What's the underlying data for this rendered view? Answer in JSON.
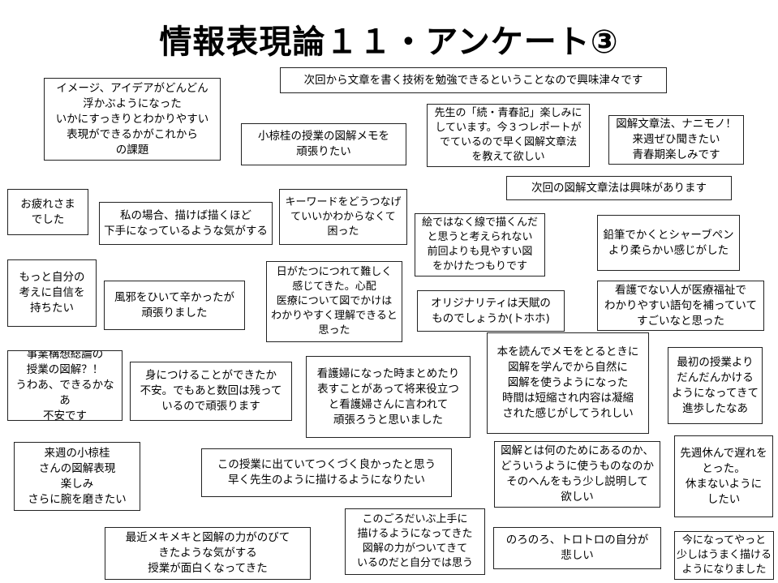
{
  "title": "情報表現論１１・アンケート③",
  "comments": [
    "イメージ、アイデアがどんどん\n浮かぶようになった\nいかにすっきりとわかりやすい\n表現ができるかがこれから\nの課題",
    "次回から文章を書く技術を勉強できるということなので興味津々です",
    "小椋桂の授業の図解メモを\n頑張りたい",
    "先生の「続・青春記」楽しみに\nしています。今３つレポートが\nでているので早く図解文章法\nを教えて欲しい",
    "図解文章法、ナニモノ！\n来週ぜひ聞きたい\n青春期楽しみです",
    "次回の図解文章法は興味があります",
    "お疲れさま\nでした",
    "私の場合、描けば描くほど\n下手になっているような気がする",
    "キーワードをどうつなげ\nていいかわからなくて\n困った",
    "絵ではなく線で描くんだ\nと思うと考えられない\n前回よりも見やすい図\nをかけたつもりです",
    "鉛筆でかくとシャーブペン\nより柔らかい感じがした",
    "もっと自分の\n考えに自信を\n持ちたい",
    "風邪をひいて辛かったが\n頑張りました",
    "日がたつにつれて難しく\n感じてきた。心配\n医療について図でかけは\nわかりやすく理解できると\n思った",
    "オリジナリティは天賦の\nものでしょうか(トホホ)",
    "看護でない人が医療福祉で\nわかりやすい語句を補っていて\nすごいなと思った",
    "事業構想総論の\n授業の図解？！\nうわあ、できるかなあ\n不安です",
    "身につけることができたか\n不安。でもあと数回は残って\nいるので頑張ります",
    "看護婦になった時まとめたり\n表すことがあって将来役立つ\nと看護婦さんに言われて\n頑張ろうと思いました",
    "本を読んでメモをとるときに\n図解を学んでから自然に\n図解を使うようになった\n時間は短縮され内容は凝縮\nされた感じがしてうれしい",
    "最初の授業より\nだんだんかける\nようになってきて\n進歩したなあ",
    "来週の小椋桂\nさんの図解表現\n楽しみ\nさらに腕を磨きたい",
    "この授業に出ていてつくづく良かったと思う\n早く先生のように描けるようになりたい",
    "図解とは何のためにあるのか、\nどういうように使うものなのか\nそのへんをもう少し説明して\n欲しい",
    "先週休んで遅れを\nとった。\n休まないように\nしたい",
    "このごろだいぶ上手に\n描けるようになってきた\n図解の力がついてきて\nいるのだと自分では思う",
    "最近メキメキと図解の力がのびて\nきたような気がする\n授業が面白くなってきた",
    "のろのろ、トロトロの自分が\n悲しい",
    "今になってやっと\n少しはうまく描ける\nようになりました"
  ]
}
